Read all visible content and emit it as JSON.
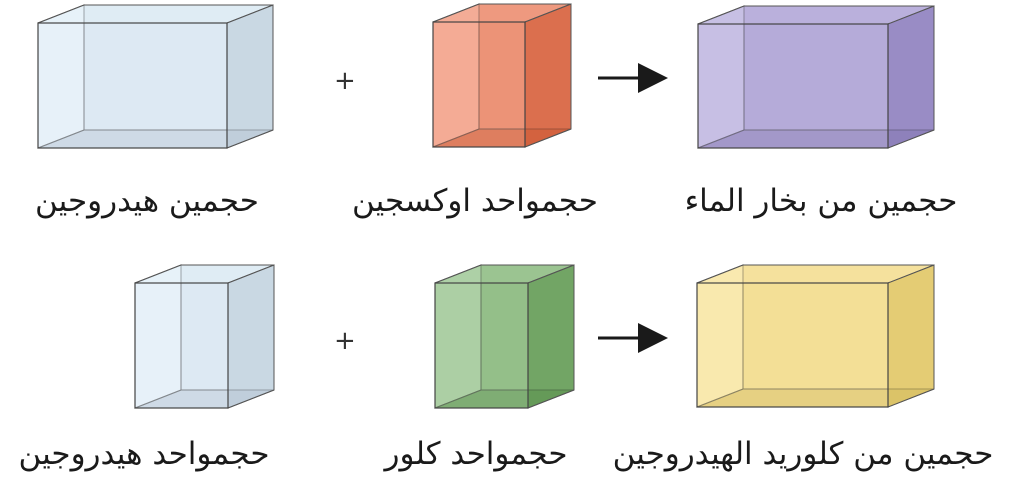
{
  "rows": [
    {
      "operator": "+",
      "items": [
        {
          "label": "حجمين هيدروجين",
          "color": "#cfe3f2",
          "shape": "wide-box"
        },
        {
          "label": "حجمواحد اوكسجين",
          "color": "#e8582a",
          "shape": "cube"
        },
        {
          "label": "حجمين من بخار الماء",
          "color": "#8f7fc9",
          "shape": "wide-box"
        }
      ]
    },
    {
      "operator": "+",
      "items": [
        {
          "label": "حجمواحد هيدروجين",
          "color": "#cfe3f2",
          "shape": "cube"
        },
        {
          "label": "حجمواحد كلور",
          "color": "#5aa04a",
          "shape": "cube"
        },
        {
          "label": "حجمين من كلوريد الهيدروجين",
          "color": "#f3d35e",
          "shape": "wide-box"
        }
      ]
    }
  ]
}
